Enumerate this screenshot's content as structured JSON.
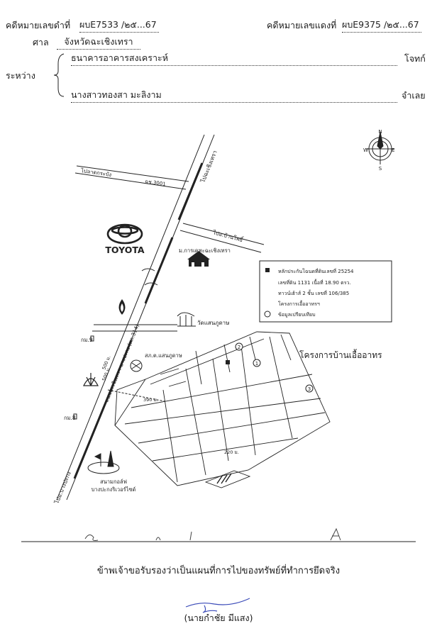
{
  "header": {
    "black_case_label": "คดีหมายเลขดำที่",
    "black_case_number": "ผบE7533 /๒๕...67",
    "red_case_label": "คดีหมายเลขแดงที่",
    "red_case_number": "ผบE9375 /๒๕...67",
    "court_label": "ศาล",
    "court_name": "จังหวัดฉะเชิงเทรา",
    "between_label": "ระหว่าง",
    "plaintiff": "ธนาคารอาคารสงเคราะห์",
    "plaintiff_role": "โจทก์",
    "defendant": "นางสาวทองสา มะลิงาม",
    "defendant_role": "จำเลย"
  },
  "map": {
    "road_top": "ไปฉะเชิงเทรา",
    "road_top_left": "ไปลาดกระบัง",
    "road_3001": "ฉช.3001",
    "road_banpho": "ไปอ.บ้านโพธิ์",
    "road_bottom": "ไปอ.บางปะกง",
    "main_road": "ถนนฉะเชิงเทรา-บางปะกง (ทล.314)",
    "toyota": "TOYOTA",
    "university": "ม.การเคหะฉะเชิงเทรา",
    "temple": "วัดแสนภูดาษ",
    "school": "สภ.ต.แสนภูดาษ",
    "km9": "กม.9",
    "km8": "กม.8",
    "distance_500": "500 ม.",
    "distance_390": "390 ม.",
    "distance_220": "220 ม.",
    "project_name": "โครงการบ้านเอื้ออาทร",
    "golf": "สนามกอล์ฟ",
    "golf_sub": "บางปะกงริเวอร์ไซด์",
    "circle_1": "1",
    "circle_2": "2",
    "circle_3": "3",
    "compass_n": "N",
    "compass_e": "E",
    "compass_w": "W",
    "compass_s": "S",
    "legend": {
      "line1": "หลักประกันโฉนดที่ดินเลขที่ 25254",
      "line2": "เลขที่ดิน 1131 เนื้อที่ 18.90 ตรว.",
      "line3": "ทาวน์เฮ้าส์ 2 ชั้น เลขที่ 106/385",
      "line4": "โครงการเอื้ออาทรฯ",
      "line5": "ข้อมูลเปรียบเทียบ"
    }
  },
  "certification": {
    "text": "ข้าพเจ้าขอรับรองว่าเป็นแผนที่การไปของทรัพย์ที่ทำการยึดจริง",
    "signer": "(นายกำชัย มีแสง)"
  }
}
